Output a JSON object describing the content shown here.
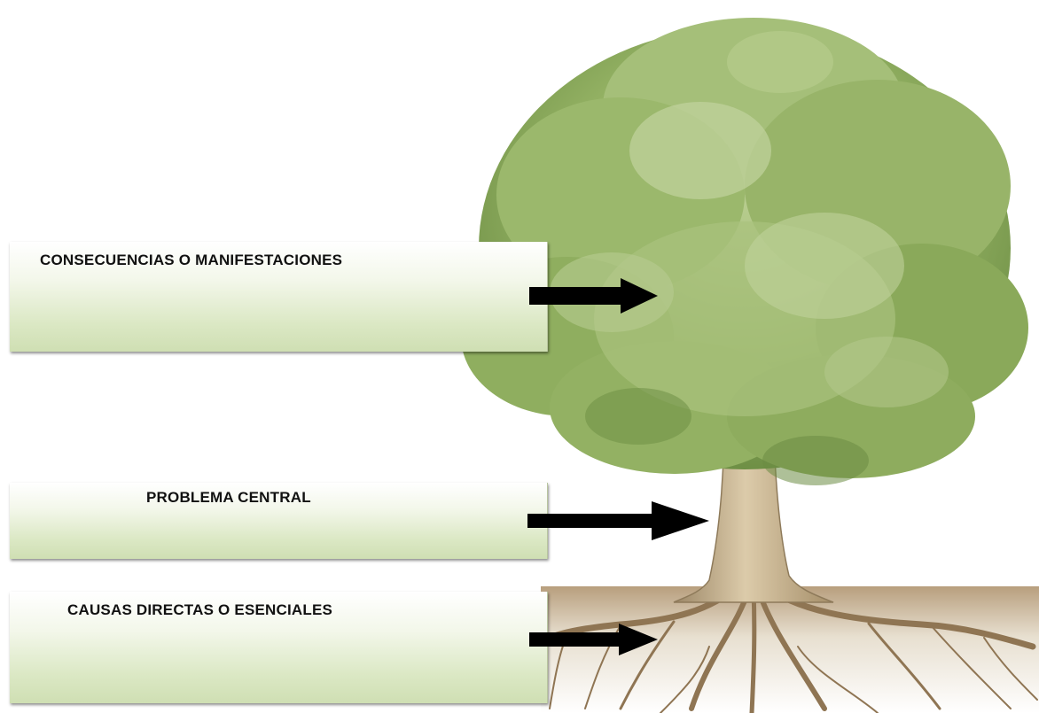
{
  "labels": {
    "consequences": "CONSECUENCIAS O MANIFESTACIONES",
    "problem": "PROBLEMA CENTRAL",
    "causes": "CAUSAS DIRECTAS O ESENCIALES"
  },
  "colors": {
    "box_gradient_end": "#cfdfb3",
    "foliage": "#8fae5f",
    "trunk": "#c7b189",
    "soil": "#b49a78",
    "arrow": "#000000"
  }
}
